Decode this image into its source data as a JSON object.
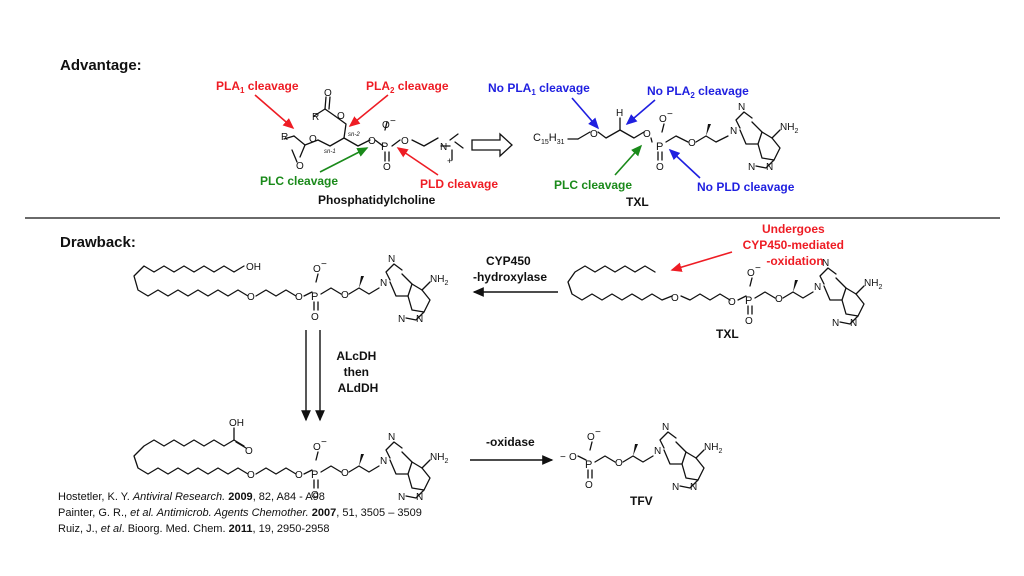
{
  "headings": {
    "advantage": "Advantage:",
    "drawback": "Drawback:"
  },
  "colors": {
    "red": "#ee1c24",
    "blue": "#1f1fe0",
    "green": "#1a8a1a",
    "black": "#111111"
  },
  "pc": {
    "name": "Phosphatidylcholine",
    "pla1": {
      "a": "PLA",
      "sub": "1",
      "b": " cleavage"
    },
    "pla2": {
      "a": "PLA",
      "sub": "2",
      "b": " cleavage"
    },
    "plc": "PLC cleavage",
    "pld": "PLD cleavage"
  },
  "txl_top": {
    "name": "TXL",
    "no_pla1": {
      "a": "No PLA",
      "sub": "1",
      "b": " cleavage"
    },
    "no_pla2": {
      "a": "No PLA",
      "sub": "2",
      "b": " cleavage"
    },
    "plc": "PLC cleavage",
    "no_pld": "No PLD cleavage",
    "c15": {
      "a": "C",
      "sub1": "15",
      "b": "H",
      "sub2": "31"
    }
  },
  "drawback": {
    "txl_label": "TXL",
    "undergoes": [
      "Undergoes",
      "CYP450-mediated",
      "-oxidation"
    ],
    "cyp": [
      "CYP450",
      "-hydroxylase"
    ],
    "alc": [
      "ALcDH",
      "then",
      "ALdDH"
    ],
    "oxidase": "-oxidase",
    "tfv": "TFV",
    "oh": "OH",
    "cooh": "OH"
  },
  "atoms": {
    "O": "O",
    "P": "P",
    "N": "N",
    "NH2": "NH",
    "two": "2",
    "R": "R",
    "H": "H",
    "minus": "−",
    "plus": "+",
    "sn1": "sn-1",
    "sn2": "sn-2"
  },
  "refs": [
    {
      "pre": "Hostetler, K. Y. ",
      "ital": "Antiviral Research.",
      "mid": " ",
      "bold": "2009",
      "post": ", 82, A84 - A98"
    },
    {
      "pre": "Painter, G. R., ",
      "ital": "et al. Antimicrob. Agents Chemother.",
      "mid": " ",
      "bold": "2007",
      "post": ", 51, 3505 – 3509"
    },
    {
      "pre": "Ruiz, J., ",
      "ital": "et al",
      "mid": ". Bioorg. Med. Chem. ",
      "bold": "2011",
      "post": ", 19, 2950-2958"
    }
  ]
}
